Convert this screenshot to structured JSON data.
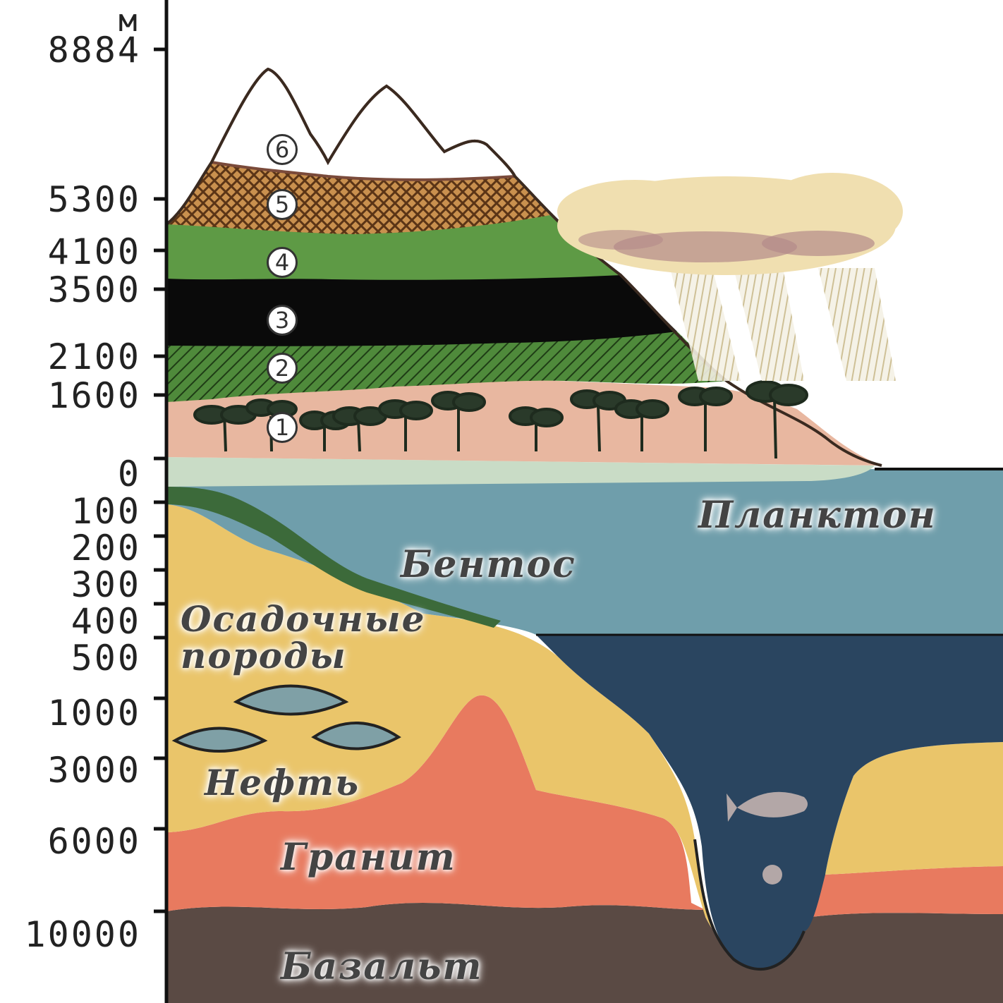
{
  "axis": {
    "unit": "м",
    "ticks": [
      "8884",
      "5300",
      "4100",
      "3500",
      "2100",
      "1600",
      "0",
      "100",
      "200",
      "300",
      "400",
      "500",
      "1000",
      "3000",
      "6000",
      "10000"
    ]
  },
  "zones": [
    "1",
    "2",
    "3",
    "4",
    "5",
    "6"
  ],
  "labels": {
    "plankton": "Планктон",
    "benthos": "Бентос",
    "sediment_line1": "Осадочные",
    "sediment_line2": "породы",
    "oil": "Нефть",
    "granite": "Гранит",
    "basalt": "Базальт"
  },
  "colors": {
    "tropical_zone": "#e8b7a0",
    "hatched_forest": "#4f8a3b",
    "dark_forest": "#0a0a0a",
    "meadow": "#5e9a45",
    "rock_zone": "#8a5a30",
    "snow": "#ffffff",
    "shallow_sea": "#6f9eab",
    "deep_sea": "#2a4560",
    "sediment": "#eac56a",
    "granite": "#e87a5f",
    "basalt": "#5a4a44"
  }
}
